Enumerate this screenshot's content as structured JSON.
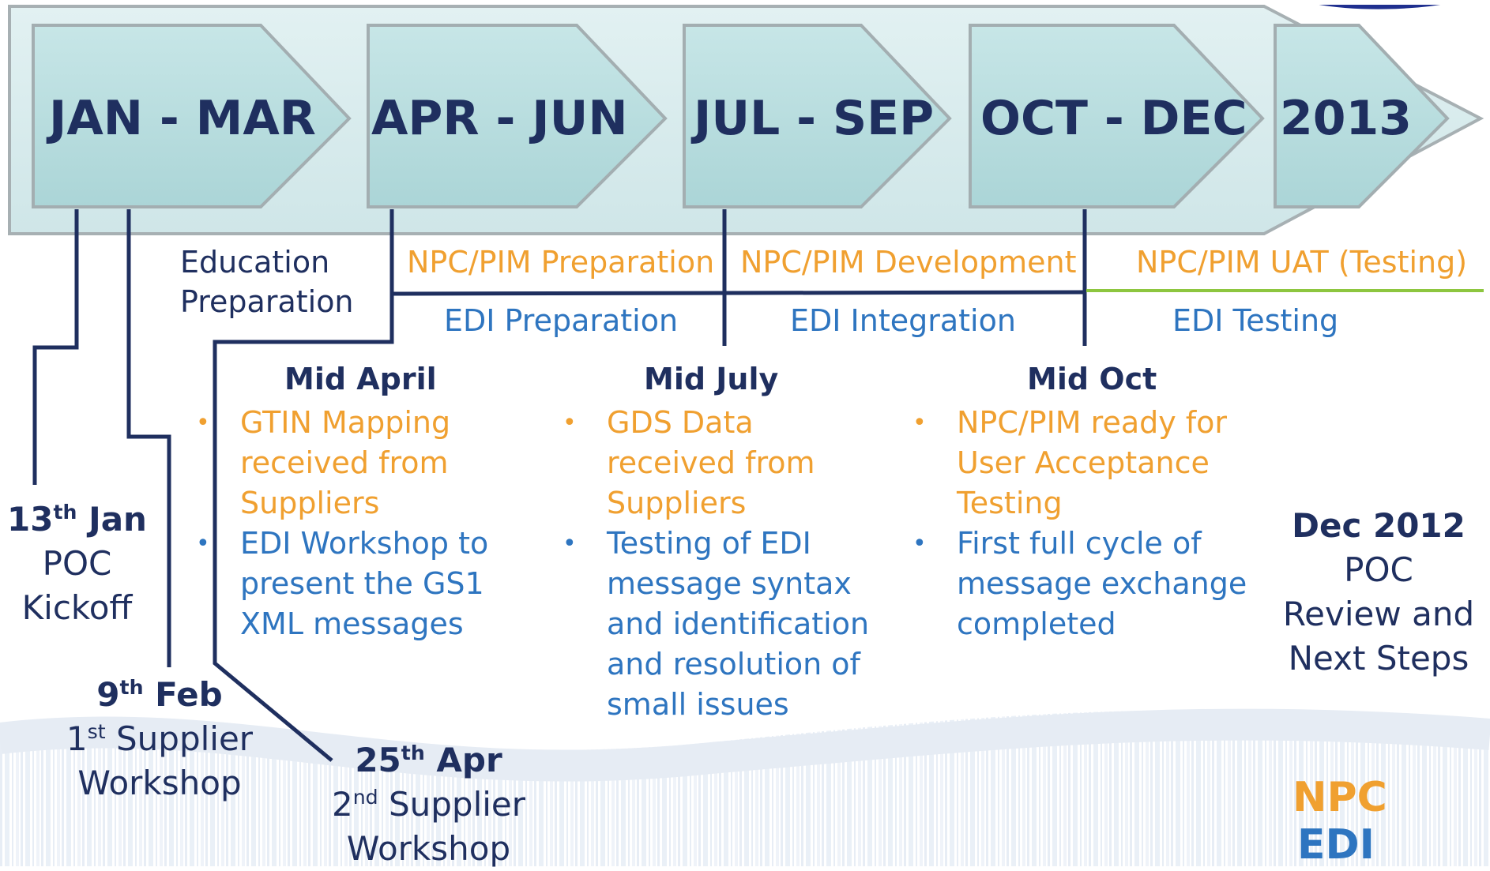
{
  "timeline": {
    "periods": [
      "JAN - MAR",
      "APR - JUN",
      "JUL - SEP",
      "OCT - DEC",
      "2013"
    ]
  },
  "phases": {
    "education": [
      "Education",
      "Preparation"
    ],
    "npc_prep": "NPC/PIM Preparation",
    "npc_dev": "NPC/PIM Development",
    "npc_uat": "NPC/PIM UAT (Testing)",
    "edi_prep": "EDI Preparation",
    "edi_int": "EDI Integration",
    "edi_test": "EDI Testing"
  },
  "milestones": [
    {
      "heading": "Mid April",
      "items": [
        {
          "text": "GTIN Mapping received from Suppliers",
          "lines": [
            "GTIN Mapping",
            "received from",
            "Suppliers"
          ],
          "color": "orange"
        },
        {
          "text": "EDI Workshop to present the GS1 XML messages",
          "lines": [
            "EDI Workshop to",
            "present the GS1",
            "XML messages"
          ],
          "color": "blue"
        }
      ]
    },
    {
      "heading": "Mid July",
      "items": [
        {
          "text": "GDS Data received from Suppliers",
          "lines": [
            "GDS Data",
            "received from",
            "Suppliers"
          ],
          "color": "orange"
        },
        {
          "text": "Testing of EDI message syntax and identification and resolution of small issues",
          "lines": [
            "Testing of EDI",
            "message syntax",
            "and identification",
            "and resolution of",
            "small issues"
          ],
          "color": "blue"
        }
      ]
    },
    {
      "heading": "Mid Oct",
      "items": [
        {
          "text": "NPC/PIM ready for User Acceptance Testing",
          "lines": [
            "NPC/PIM ready for",
            "User Acceptance",
            "Testing"
          ],
          "color": "orange"
        },
        {
          "text": "First full cycle of message exchange completed",
          "lines": [
            "First full cycle of",
            "message exchange",
            "completed"
          ],
          "color": "blue"
        }
      ]
    }
  ],
  "events": {
    "jan13": {
      "day": "13",
      "sup": "th",
      "month": " Jan",
      "lines": [
        "POC",
        "Kickoff"
      ]
    },
    "feb9": {
      "day": "9",
      "sup": "th",
      "month": " Feb",
      "line1_num": "1",
      "line1_sup": "st",
      "line1_rest": " Supplier",
      "line2": "Workshop"
    },
    "apr25": {
      "day": "25",
      "sup": "th",
      "month": " Apr",
      "line1_num": "2",
      "line1_sup": "nd",
      "line1_rest": " Supplier",
      "line2": "Workshop"
    },
    "dec2012": {
      "title": "Dec 2012",
      "lines": [
        "POC",
        "Review and",
        "Next Steps"
      ]
    }
  },
  "legend": {
    "npc": "NPC",
    "edi": "EDI"
  },
  "colors": {
    "navy": "#1f2f5f",
    "orange": "#f0a030",
    "blue": "#2e75c0",
    "green": "#8dc63f",
    "chevron_fill": "#bcdfe0",
    "band_fill": "#d8ecee"
  }
}
